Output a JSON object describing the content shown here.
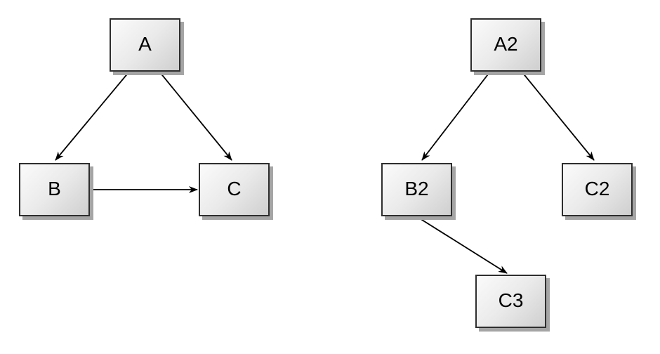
{
  "canvas": {
    "background": "#ffffff"
  },
  "style": {
    "node_fill_light": "#fbfbfb",
    "node_fill_dark": "#cfcfcf",
    "node_border": "#2e2e2e",
    "node_shadow": "#a5a5a5",
    "edge_color": "#000000",
    "label_color": "#000000"
  },
  "diagrams": [
    {
      "id": "graph-1",
      "nodes": [
        {
          "id": "A",
          "label": "A"
        },
        {
          "id": "B",
          "label": "B"
        },
        {
          "id": "C",
          "label": "C"
        }
      ],
      "edges": [
        {
          "from": "A",
          "to": "B"
        },
        {
          "from": "A",
          "to": "C"
        },
        {
          "from": "B",
          "to": "C"
        }
      ]
    },
    {
      "id": "graph-2",
      "nodes": [
        {
          "id": "A2",
          "label": "A2"
        },
        {
          "id": "B2",
          "label": "B2"
        },
        {
          "id": "C2",
          "label": "C2"
        },
        {
          "id": "C3",
          "label": "C3"
        }
      ],
      "edges": [
        {
          "from": "A2",
          "to": "B2"
        },
        {
          "from": "A2",
          "to": "C2"
        },
        {
          "from": "B2",
          "to": "C3"
        }
      ]
    }
  ]
}
